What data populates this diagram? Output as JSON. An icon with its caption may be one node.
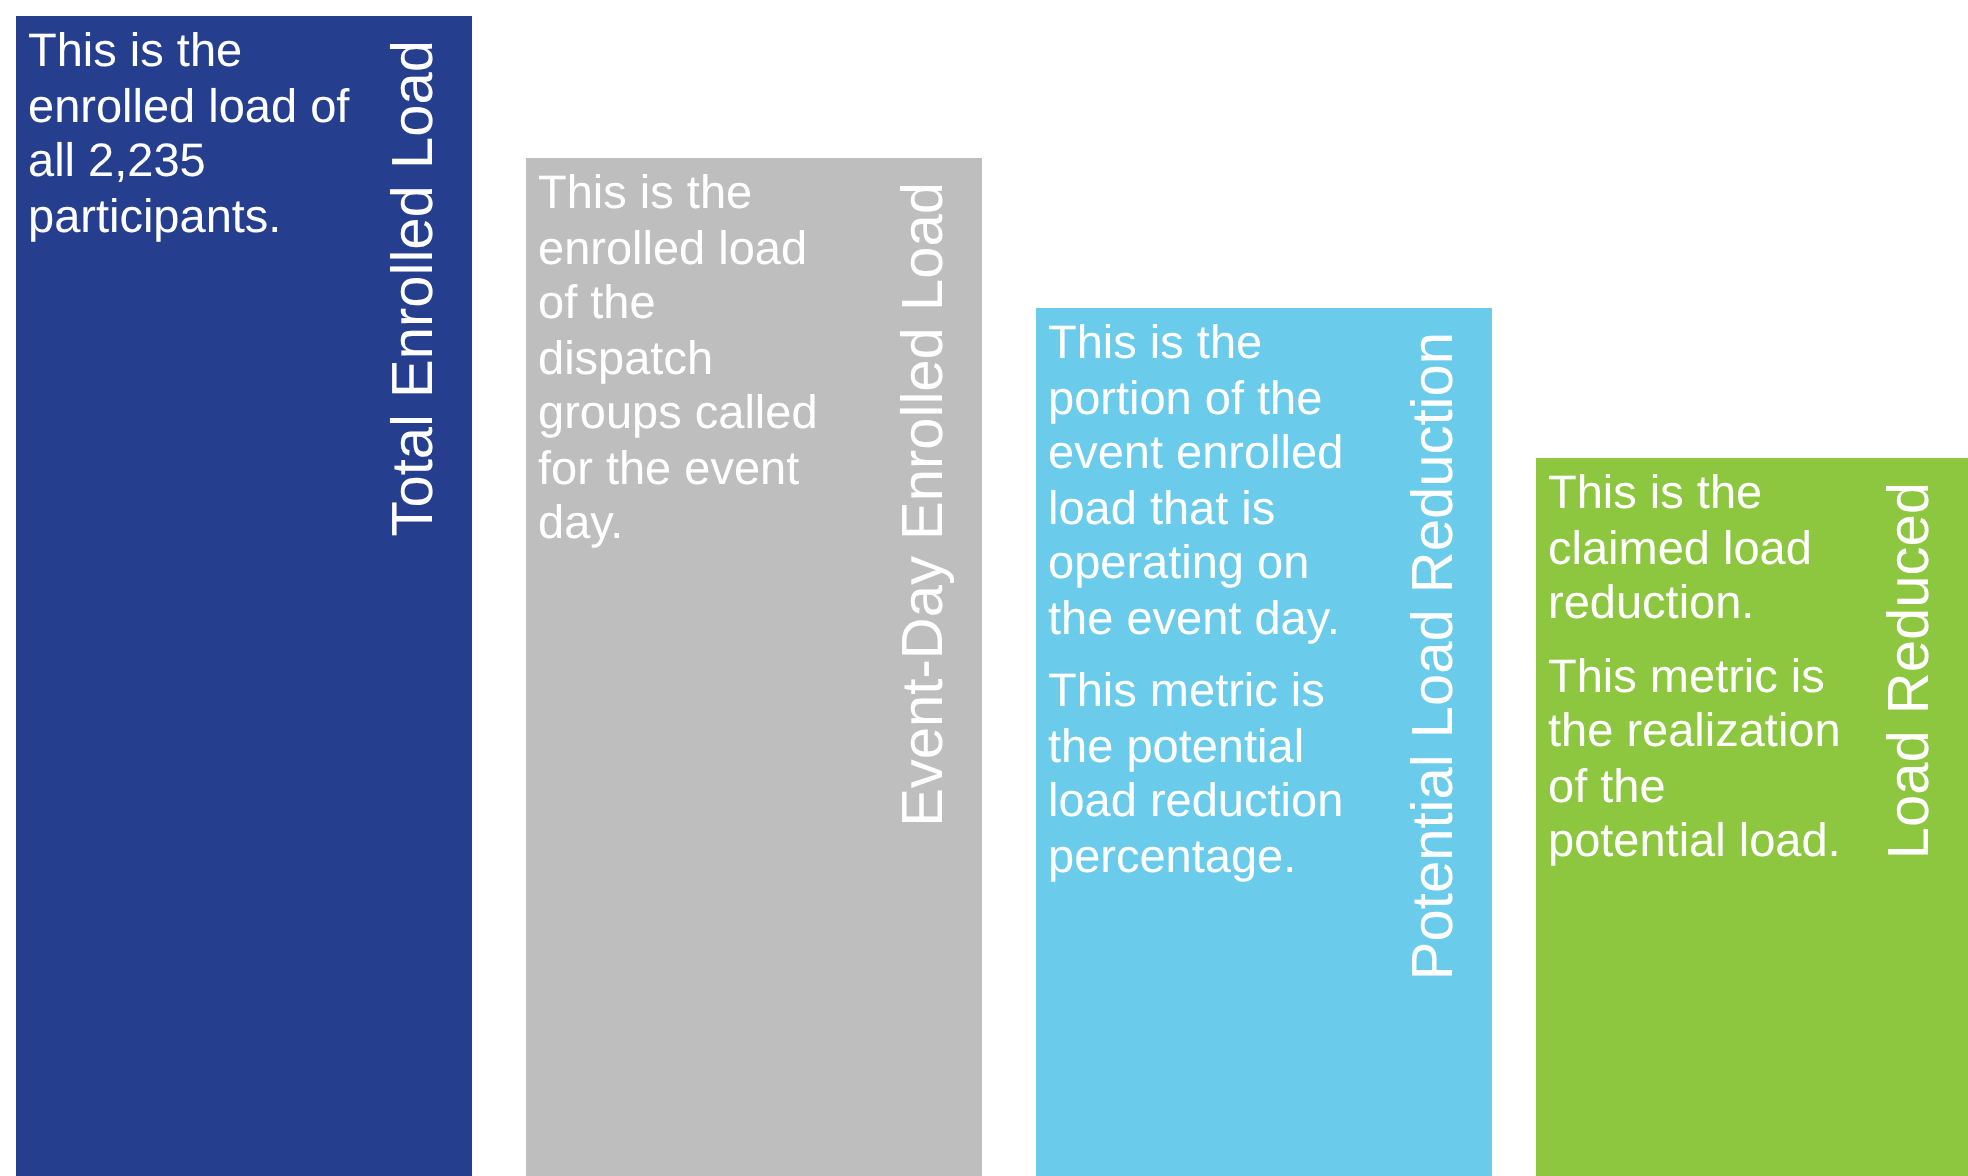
{
  "diagram": {
    "nodes": [
      {
        "text": [
          "Total Enrolled Load",
          "This is the enrolled load of all 2,235 participants."
        ]
      },
      {
        "text": [
          "Event-Day Enrolled Load",
          "This is the enrolled load of the dispatch groups called for the event day."
        ]
      },
      {
        "text": [
          "Potential Load Reduction",
          "This is the portion of the event enrolled load that is operating on the event day.",
          "This metric is the potential load reduction percentage."
        ]
      },
      {
        "text": [
          "Load Reduced",
          "This is the claimed load reduction.",
          "This metric is the realization of the potential load."
        ]
      }
    ]
  }
}
